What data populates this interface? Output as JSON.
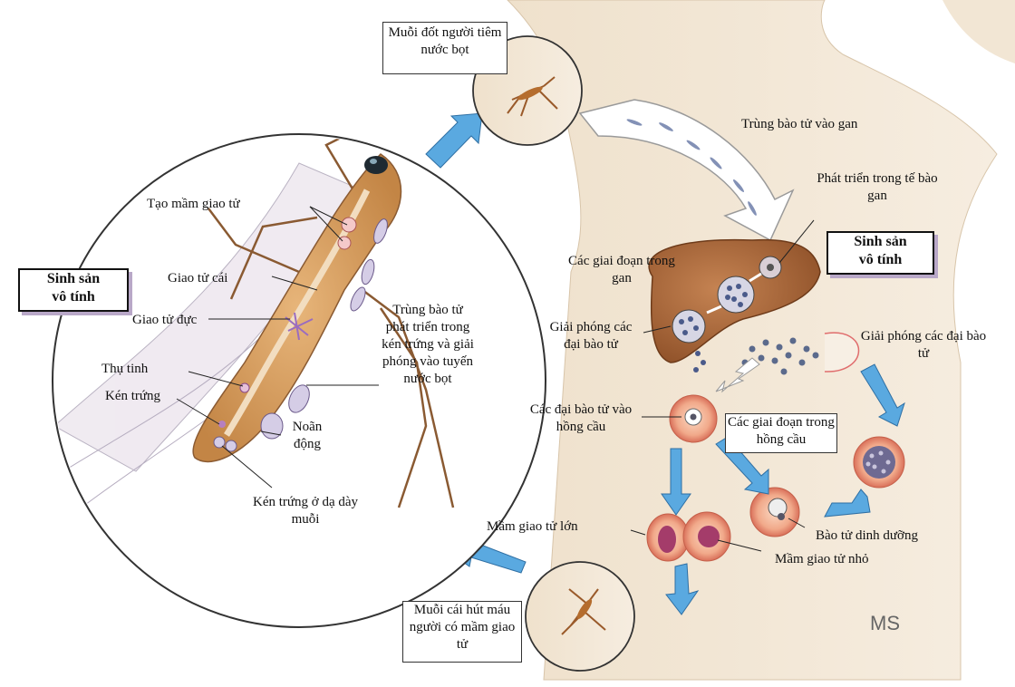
{
  "labels": {
    "mosquito_bites": "Muỗi đốt người tiêm nước bọt",
    "sporozoites_liver": "Trùng bào tử vào gan",
    "develop_liver_cells": "Phát triển trong tế bào gan",
    "asexual_right_1": "Sinh sản",
    "asexual_right_2": "vô tính",
    "stages_liver": "Các giai đoạn trong gan",
    "release_merozoites_left": "Giải phóng các đại bào tử",
    "release_merozoites_right": "Giải phóng các đại bào tử",
    "merozoites_rbc": "Các đại bào tử vào hồng cầu",
    "stages_rbc": "Các giai đoạn trong hồng cầu",
    "trophozoite": "Bào tử dinh dưỡng",
    "macrogametocyte": "Mầm giao tử lớn",
    "microgametocyte": "Mầm giao tử nhỏ",
    "female_mosquito": "Muỗi cái hút máu người có mầm giao tử",
    "gametocyte_formation": "Tạo mầm giao tử",
    "female_gamete": "Giao tử cái",
    "male_gamete": "Giao tử đực",
    "fertilization": "Thụ tinh",
    "oocyst": "Kén trứng",
    "ookinete": "Noãn động",
    "oocyst_stomach": "Kén trứng ở dạ dày muỗi",
    "sporozoite_develop": "Trùng bào tử phát triển trong kén trứng và giải phóng vào tuyến nước bọt",
    "sexual_left_1": "Sinh sản",
    "sexual_left_2": "vô tính",
    "signature": "MS"
  },
  "colors": {
    "arrow_blue": "#5aa9e0",
    "skin": "#f3e7d6",
    "liver": "#a8653a",
    "rbc": "#f0a888",
    "mosquito": "#d49a5a",
    "shadow": "#b9a8c8"
  }
}
